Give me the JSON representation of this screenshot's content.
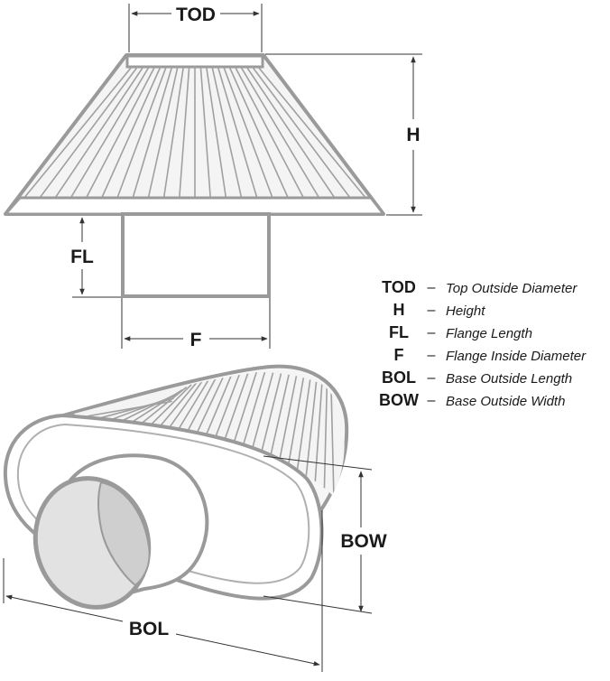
{
  "dimension_labels": {
    "tod": "TOD",
    "h": "H",
    "fl": "FL",
    "f": "F",
    "bol": "BOL",
    "bow": "BOW"
  },
  "legend": [
    {
      "key": "TOD",
      "dash": "–",
      "description": "Top Outside Diameter"
    },
    {
      "key": "H",
      "dash": "–",
      "description": "Height"
    },
    {
      "key": "FL",
      "dash": "–",
      "description": "Flange Length"
    },
    {
      "key": "F",
      "dash": "–",
      "description": "Flange Inside Diameter"
    },
    {
      "key": "BOL",
      "dash": "–",
      "description": "Base Outside Length"
    },
    {
      "key": "BOW",
      "dash": "–",
      "description": "Base Outside Width"
    }
  ],
  "colors": {
    "outline": "#9a9a9a",
    "filter_fill": "#f4f4f4",
    "flange_face": "#e2e2e2",
    "flange_inner": "#cfcfcf",
    "dimension_line": "#333333",
    "text": "#1a1a1a"
  }
}
